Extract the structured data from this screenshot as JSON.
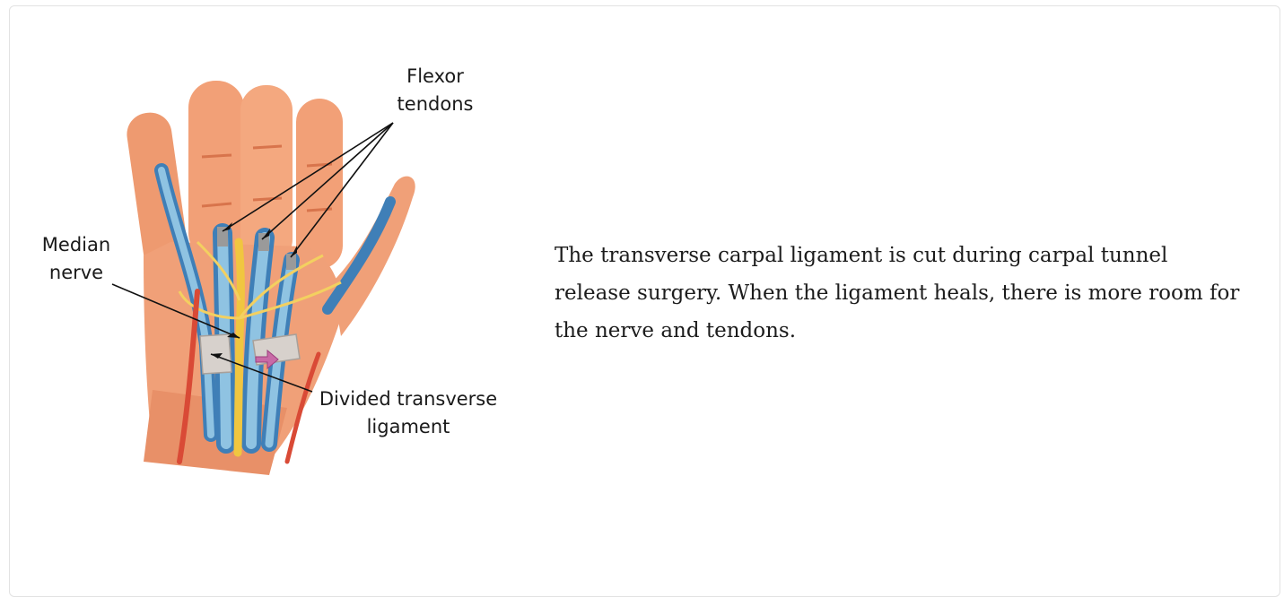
{
  "figure": {
    "labels": {
      "flexor_line1": "Flexor",
      "flexor_line2": "tendons",
      "median_line1": "Median",
      "median_line2": "nerve",
      "ligament_line1": "Divided transverse",
      "ligament_line2": "ligament"
    },
    "colors": {
      "skin": "#f2a077",
      "skin_shadow": "#d8744c",
      "tendon": "#8fc3e2",
      "tendon_sheath": "#3f7fb7",
      "nerve": "#f0c640",
      "artery": "#d94a36",
      "arrow": "#c86aa6"
    }
  },
  "caption": "The transverse carpal ligament is cut during carpal tunnel release surgery. When the ligament heals, there is more room for the nerve and tendons."
}
